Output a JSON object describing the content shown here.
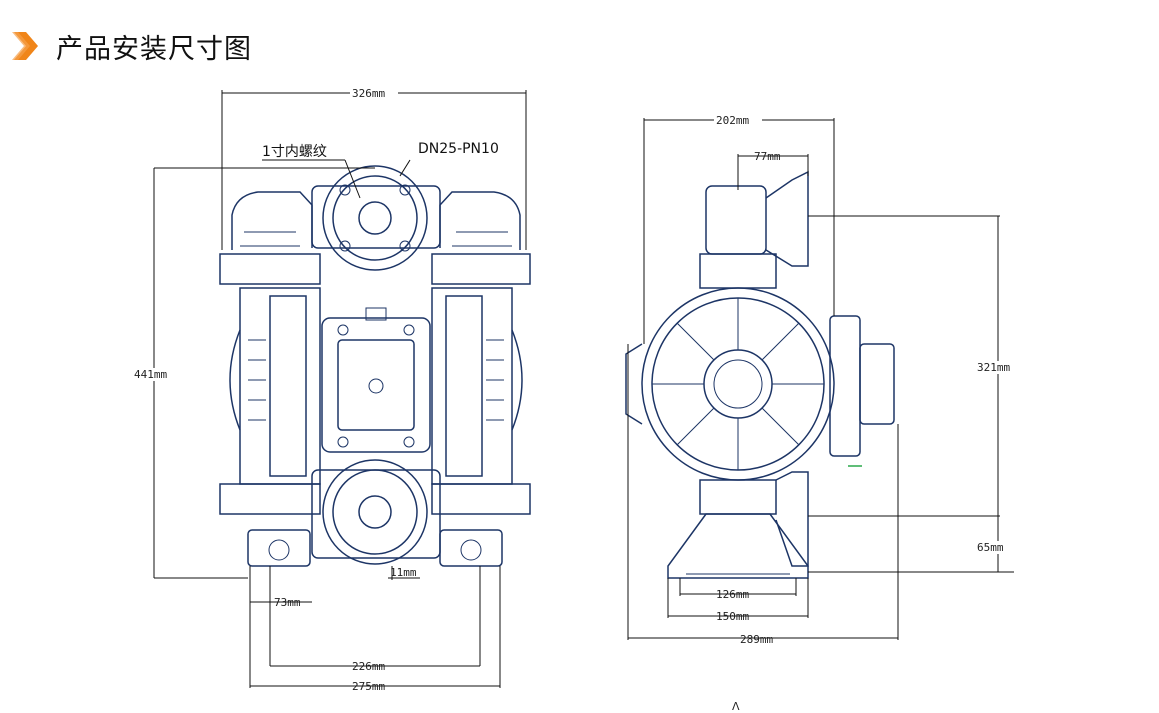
{
  "header": {
    "title": "产品安装尺寸图",
    "accent_color": "#f08519",
    "icon": "double-chevron-right-icon"
  },
  "front_view": {
    "labels": {
      "thread": "1寸内螺纹",
      "flange": "DN25-PN10"
    },
    "dimensions": {
      "overall_width": "326mm",
      "height": "441mm",
      "foot_offset": "73mm",
      "center_gap": "11mm",
      "bolt_spacing": "226mm",
      "base_width": "275mm"
    }
  },
  "side_view": {
    "dimensions": {
      "top_width": "202mm",
      "inlet_width": "77mm",
      "port_spacing": "321mm",
      "outlet_height": "65mm",
      "base_inner": "126mm",
      "base_outer": "150mm",
      "overall_depth": "289mm"
    }
  },
  "footer_mark": "ᐱ"
}
